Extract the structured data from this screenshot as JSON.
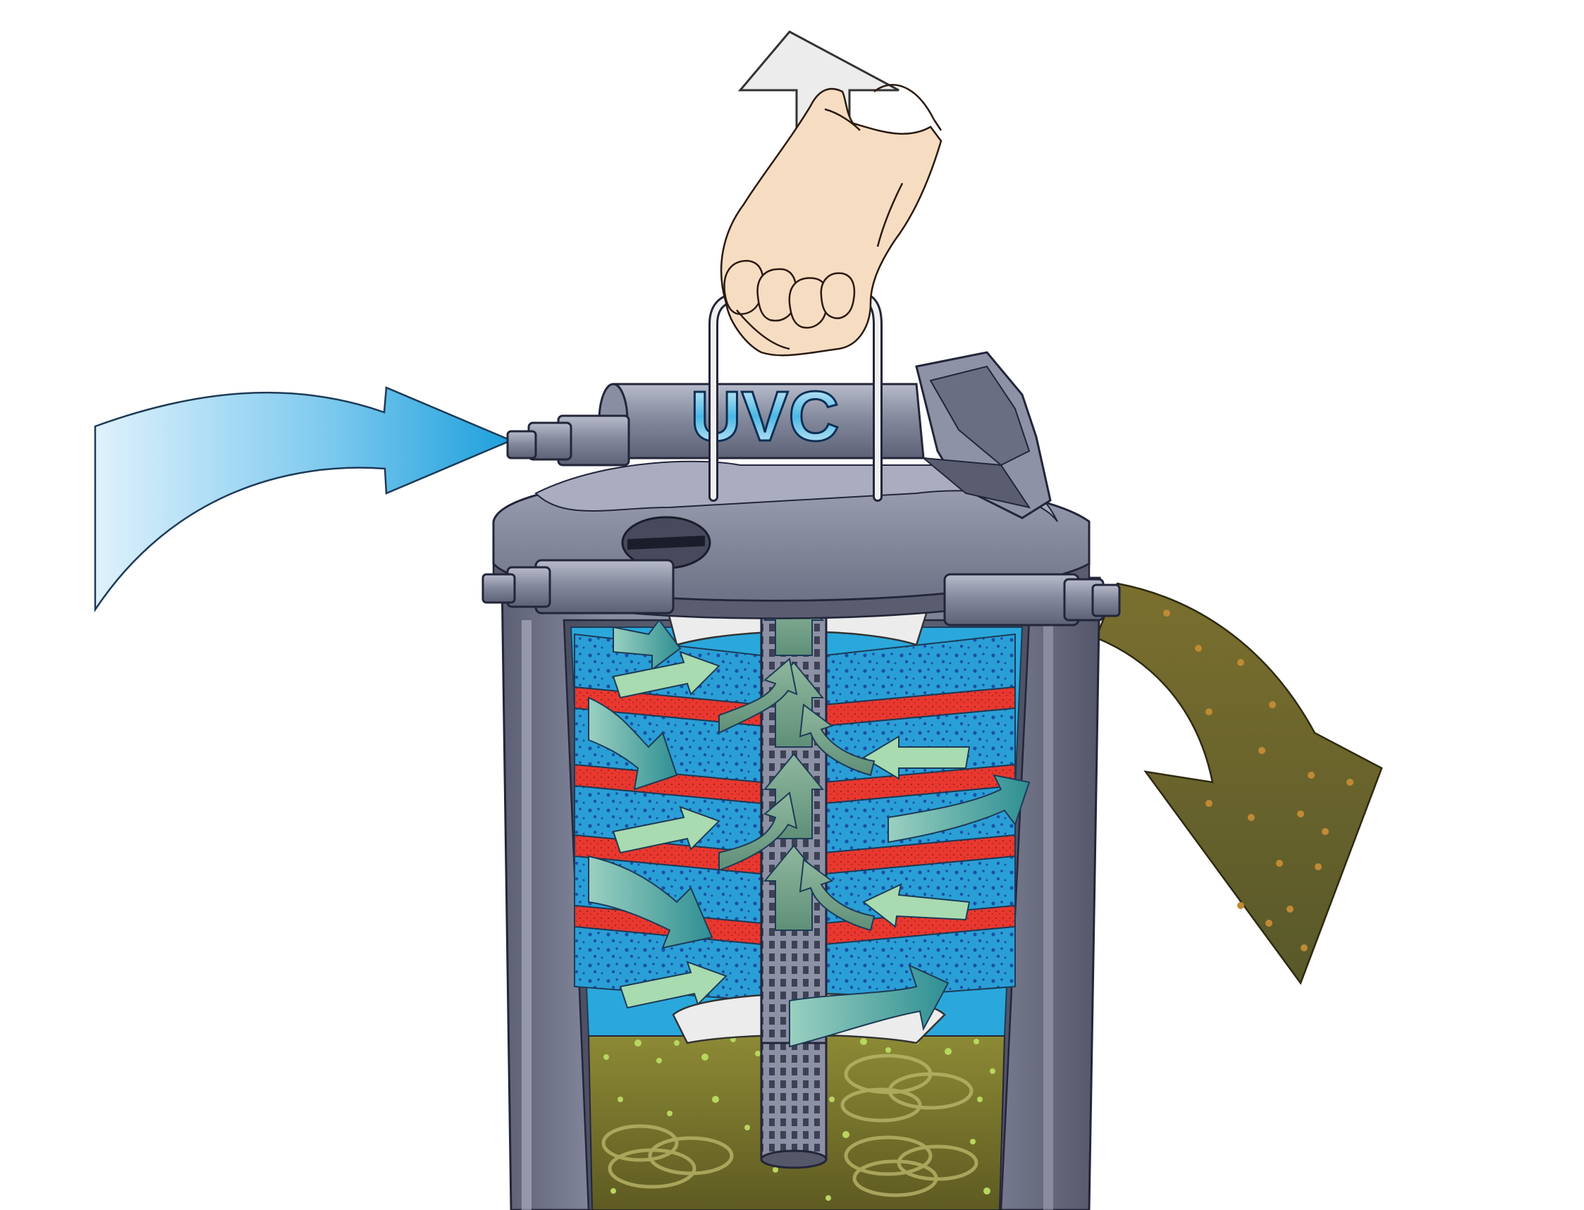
{
  "diagram": {
    "lid_label": "UVC",
    "colors": {
      "clean_water": "#2aa8dc",
      "dirty_water": "#6e6a2c",
      "housing": "#7a7e92",
      "foam": "#2a9fd6",
      "red_foam": "#e8382f",
      "flow_arrow": "#3a9c98"
    },
    "icons": {
      "inlet_arrow": "inlet-flow-arrow",
      "outlet_arrow": "outlet-flow-arrow",
      "lift_arrow": "lift-up-arrow",
      "hand": "hand-icon"
    }
  }
}
